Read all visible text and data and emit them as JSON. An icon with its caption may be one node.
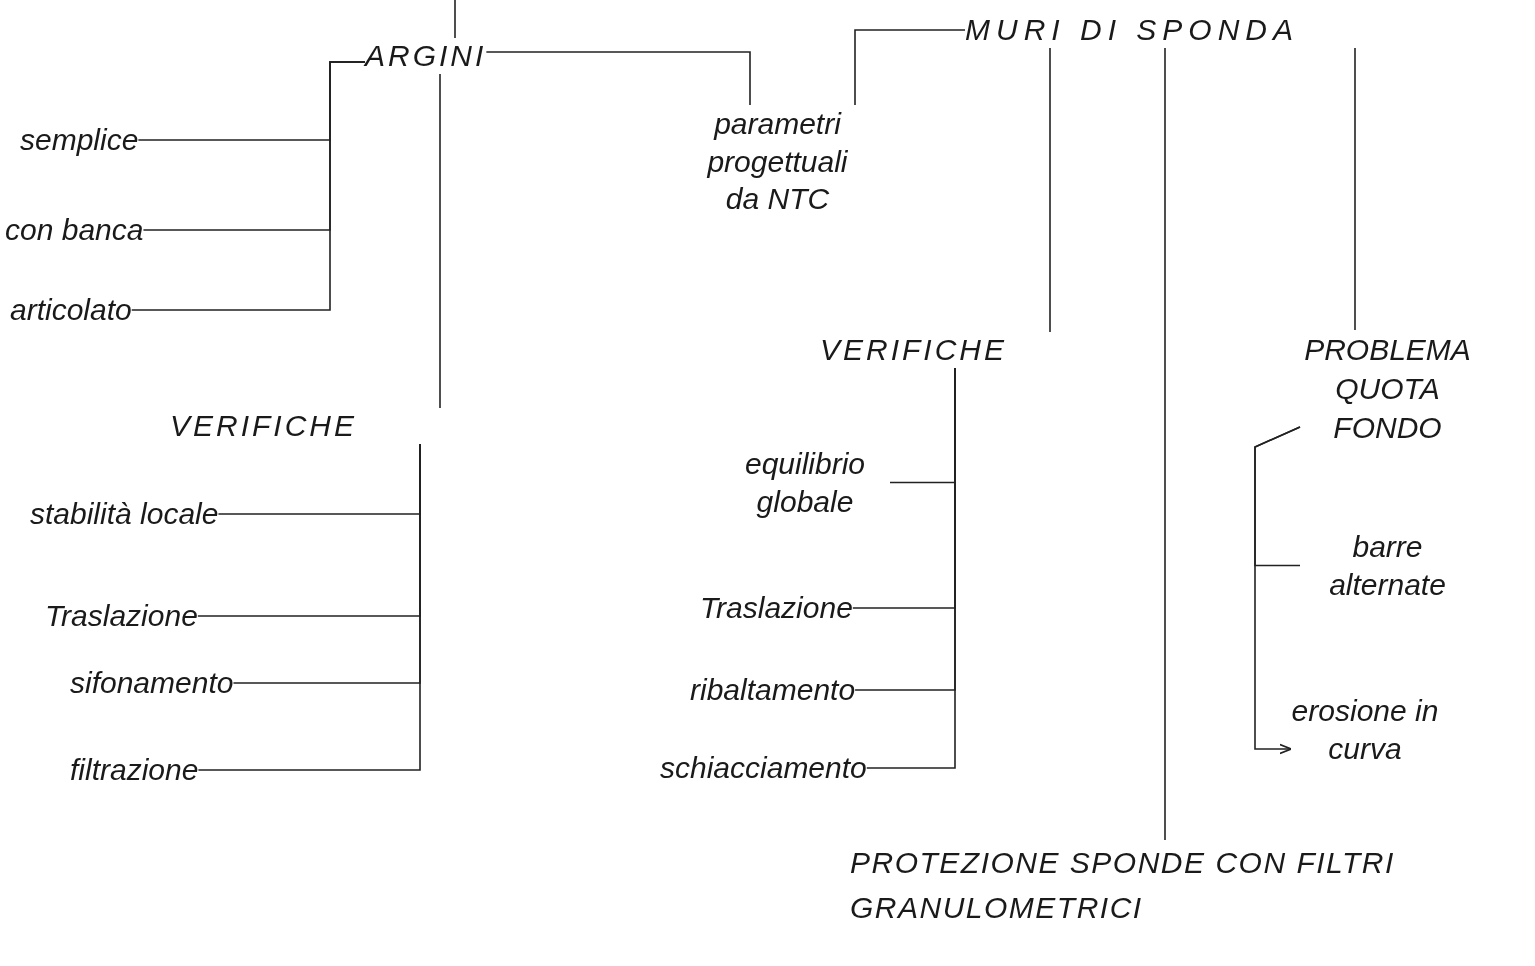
{
  "diagram": {
    "nodes": [
      {
        "text": [
          "ARGINI"
        ]
      },
      {
        "text": [
          "MURI DI SPONDA"
        ]
      },
      {
        "text": [
          "parametri progettuali da NTC"
        ]
      },
      {
        "text": [
          "semplice"
        ]
      },
      {
        "text": [
          "con banca"
        ]
      },
      {
        "text": [
          "articolato"
        ]
      },
      {
        "text": [
          "VERIFICHE"
        ]
      },
      {
        "text": [
          "stabilità locale"
        ]
      },
      {
        "text": [
          "Traslazione"
        ]
      },
      {
        "text": [
          "sifonamento"
        ]
      },
      {
        "text": [
          "filtrazione"
        ]
      },
      {
        "text": [
          "VERIFICHE"
        ]
      },
      {
        "text": [
          "equilibrio globale"
        ]
      },
      {
        "text": [
          "Traslazione"
        ]
      },
      {
        "text": [
          "ribaltamento"
        ]
      },
      {
        "text": [
          "schiacciamento"
        ]
      },
      {
        "text": [
          "PROBLEMA QUOTA FONDO"
        ]
      },
      {
        "text": [
          "barre alternate"
        ]
      },
      {
        "text": [
          "erosione in curva"
        ]
      },
      {
        "text": [
          "PROTEZIONE SPONDE CON FILTRI GRANULOMETRICI"
        ]
      }
    ],
    "edges": [
      {
        "from": null,
        "to": 0,
        "arrow": "none"
      },
      {
        "from": 0,
        "to": 2,
        "arrow": "none"
      },
      {
        "from": 1,
        "to": 2,
        "arrow": "none"
      },
      {
        "from": 0,
        "to": 3,
        "arrow": "none"
      },
      {
        "from": 0,
        "to": 4,
        "arrow": "none"
      },
      {
        "from": 0,
        "to": 5,
        "arrow": "none"
      },
      {
        "from": 0,
        "to": 6,
        "arrow": "none"
      },
      {
        "from": 6,
        "to": 7,
        "arrow": "none"
      },
      {
        "from": 6,
        "to": 8,
        "arrow": "none"
      },
      {
        "from": 6,
        "to": 9,
        "arrow": "none"
      },
      {
        "from": 6,
        "to": 10,
        "arrow": "none"
      },
      {
        "from": 1,
        "to": 11,
        "arrow": "none"
      },
      {
        "from": 11,
        "to": 12,
        "arrow": "none"
      },
      {
        "from": 11,
        "to": 13,
        "arrow": "none"
      },
      {
        "from": 11,
        "to": 14,
        "arrow": "none"
      },
      {
        "from": 11,
        "to": 15,
        "arrow": "none"
      },
      {
        "from": 1,
        "to": 19,
        "arrow": "none"
      },
      {
        "from": 1,
        "to": 16,
        "arrow": "none"
      },
      {
        "from": 16,
        "to": 17,
        "arrow": "none"
      },
      {
        "from": 16,
        "to": 18,
        "arrow": "to"
      }
    ]
  }
}
